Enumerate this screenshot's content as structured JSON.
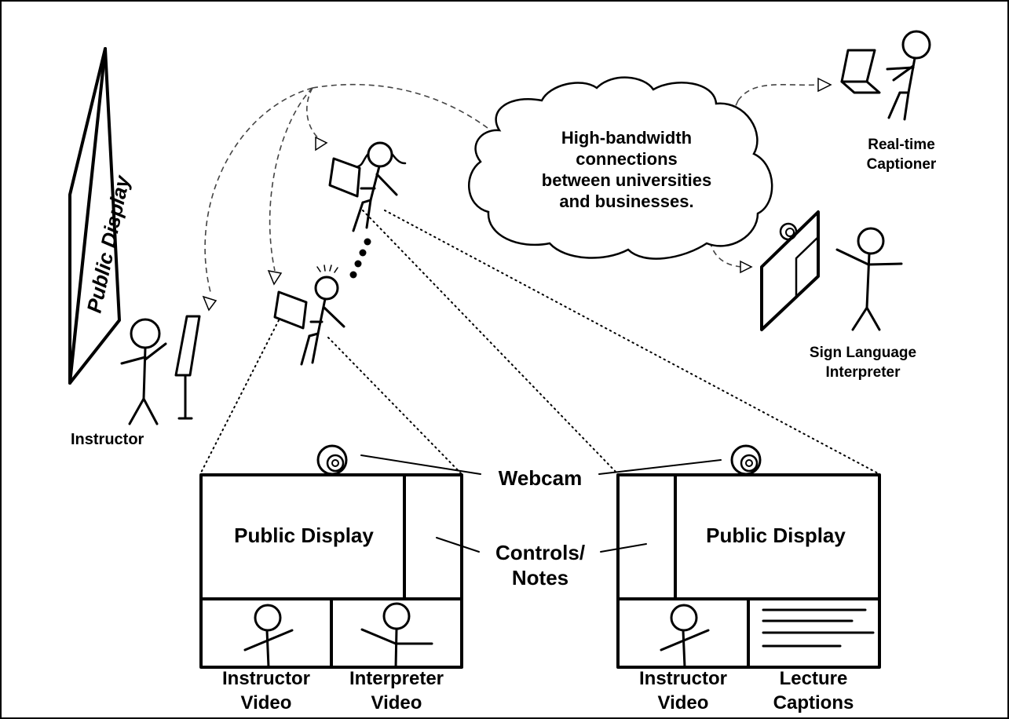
{
  "labels": {
    "wall_display": "Public Display",
    "instructor": "Instructor",
    "cloud": [
      "High-bandwidth",
      "connections",
      "between universities",
      "and businesses."
    ],
    "captioner": [
      "Real-time",
      "Captioner"
    ],
    "interpreter": [
      "Sign Language",
      "Interpreter"
    ],
    "webcam": "Webcam",
    "controls": [
      "Controls/",
      "Notes"
    ],
    "left_screen": {
      "main": "Public Display",
      "pane1": [
        "Instructor",
        "Video"
      ],
      "pane2": [
        "Interpreter",
        "Video"
      ]
    },
    "right_screen": {
      "main": "Public Display",
      "pane1": [
        "Instructor",
        "Video"
      ],
      "pane2": [
        "Lecture",
        "Captions"
      ]
    }
  }
}
